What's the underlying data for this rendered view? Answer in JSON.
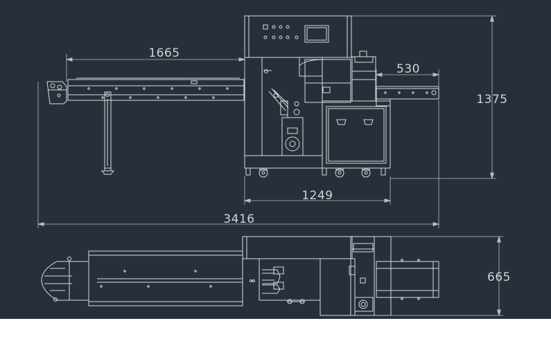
{
  "colors": {
    "background": "#27303a",
    "line": "#d8dcdf",
    "dimension": "#b9bec2",
    "page": "#ffffff"
  },
  "dimensions": {
    "feed_length": "1665",
    "outfeed_length": "530",
    "total_height": "1375",
    "body_length": "1249",
    "total_length": "3416",
    "width": "665"
  }
}
